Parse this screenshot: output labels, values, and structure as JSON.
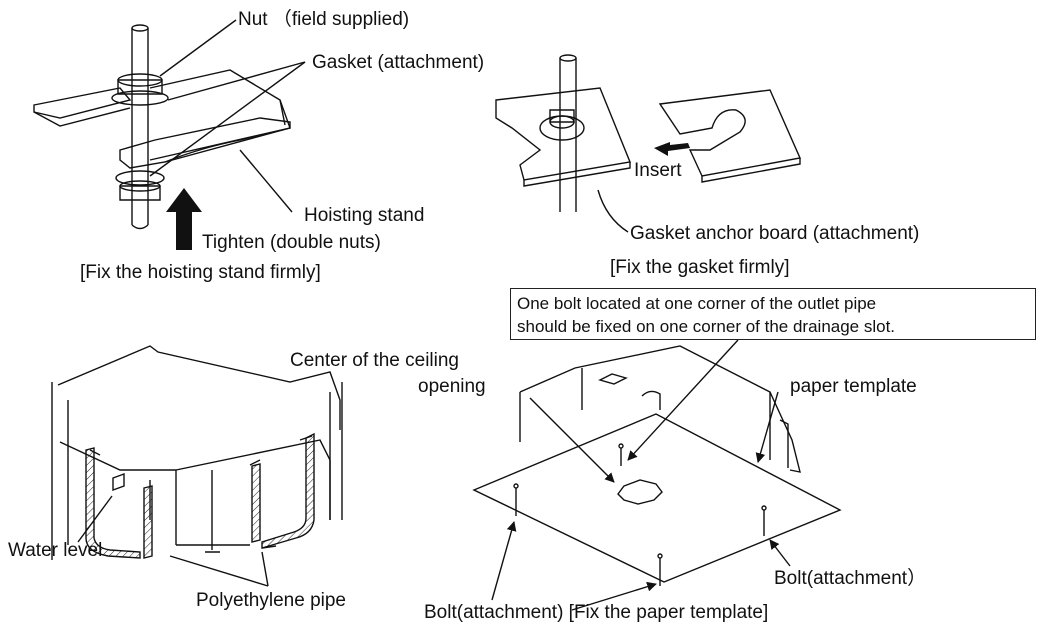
{
  "panels": {
    "hoisting_stand": {
      "nut_label": "Nut （field supplied)",
      "gasket_label": "Gasket (attachment)",
      "hoisting_stand_label": "Hoisting stand",
      "tighten_label": "Tighten (double nuts)",
      "caption": "[Fix the hoisting stand firmly]"
    },
    "gasket_anchor": {
      "insert_label": "Insert",
      "anchor_board_label": "Gasket anchor board (attachment)",
      "caption": "[Fix the gasket firmly]"
    },
    "water_test": {
      "water_level_label": "Water level",
      "pipe_label": "Polyethylene pipe"
    },
    "paper_template": {
      "note_line1": "One bolt located at one corner of the outlet pipe",
      "note_line2": "should be fixed on one corner of the drainage slot.",
      "center_label_line1": "Center of the ceiling",
      "center_label_line2": "opening",
      "template_label": "paper template",
      "bolt_right_label": "Bolt(attachment）",
      "bolt_bottom_label": "Bolt(attachment) [Fix the paper template]"
    }
  }
}
